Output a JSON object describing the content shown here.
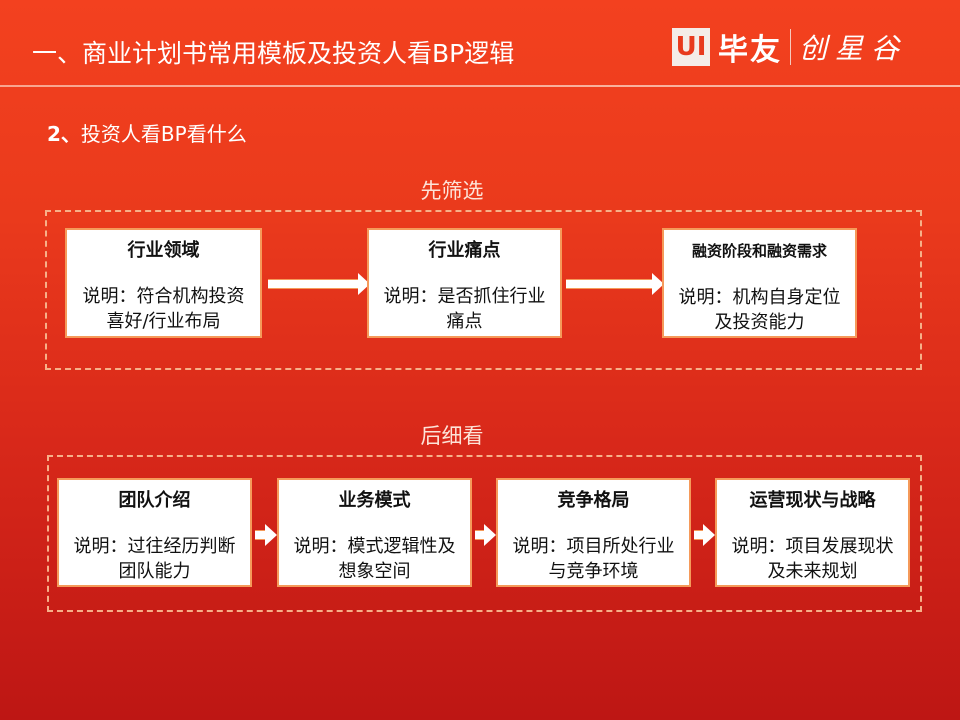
{
  "header": {
    "title": "一、商业计划书常用模板及投资人看BP逻辑",
    "logo": {
      "ui": "UI",
      "brand": "毕友",
      "partner": "创星谷"
    }
  },
  "subtitle": {
    "number": "2、",
    "text": "投资人看BP看什么"
  },
  "stage1": {
    "title": "先筛选",
    "boxes": [
      {
        "title": "行业领域",
        "desc": "说明：符合机构投资喜好/行业布局"
      },
      {
        "title": "行业痛点",
        "desc": "说明：是否抓住行业痛点"
      },
      {
        "title": "融资阶段和融资需求",
        "desc": "说明：机构自身定位及投资能力"
      }
    ]
  },
  "stage2": {
    "title": "后细看",
    "boxes": [
      {
        "title": "团队介绍",
        "desc": "说明：过往经历判断团队能力"
      },
      {
        "title": "业务模式",
        "desc": "说明：模式逻辑性及想象空间"
      },
      {
        "title": "竞争格局",
        "desc": "说明：项目所处行业与竞争环境"
      },
      {
        "title": "运营现状与战略",
        "desc": "说明：项目发展现状及未来规划"
      }
    ]
  }
}
